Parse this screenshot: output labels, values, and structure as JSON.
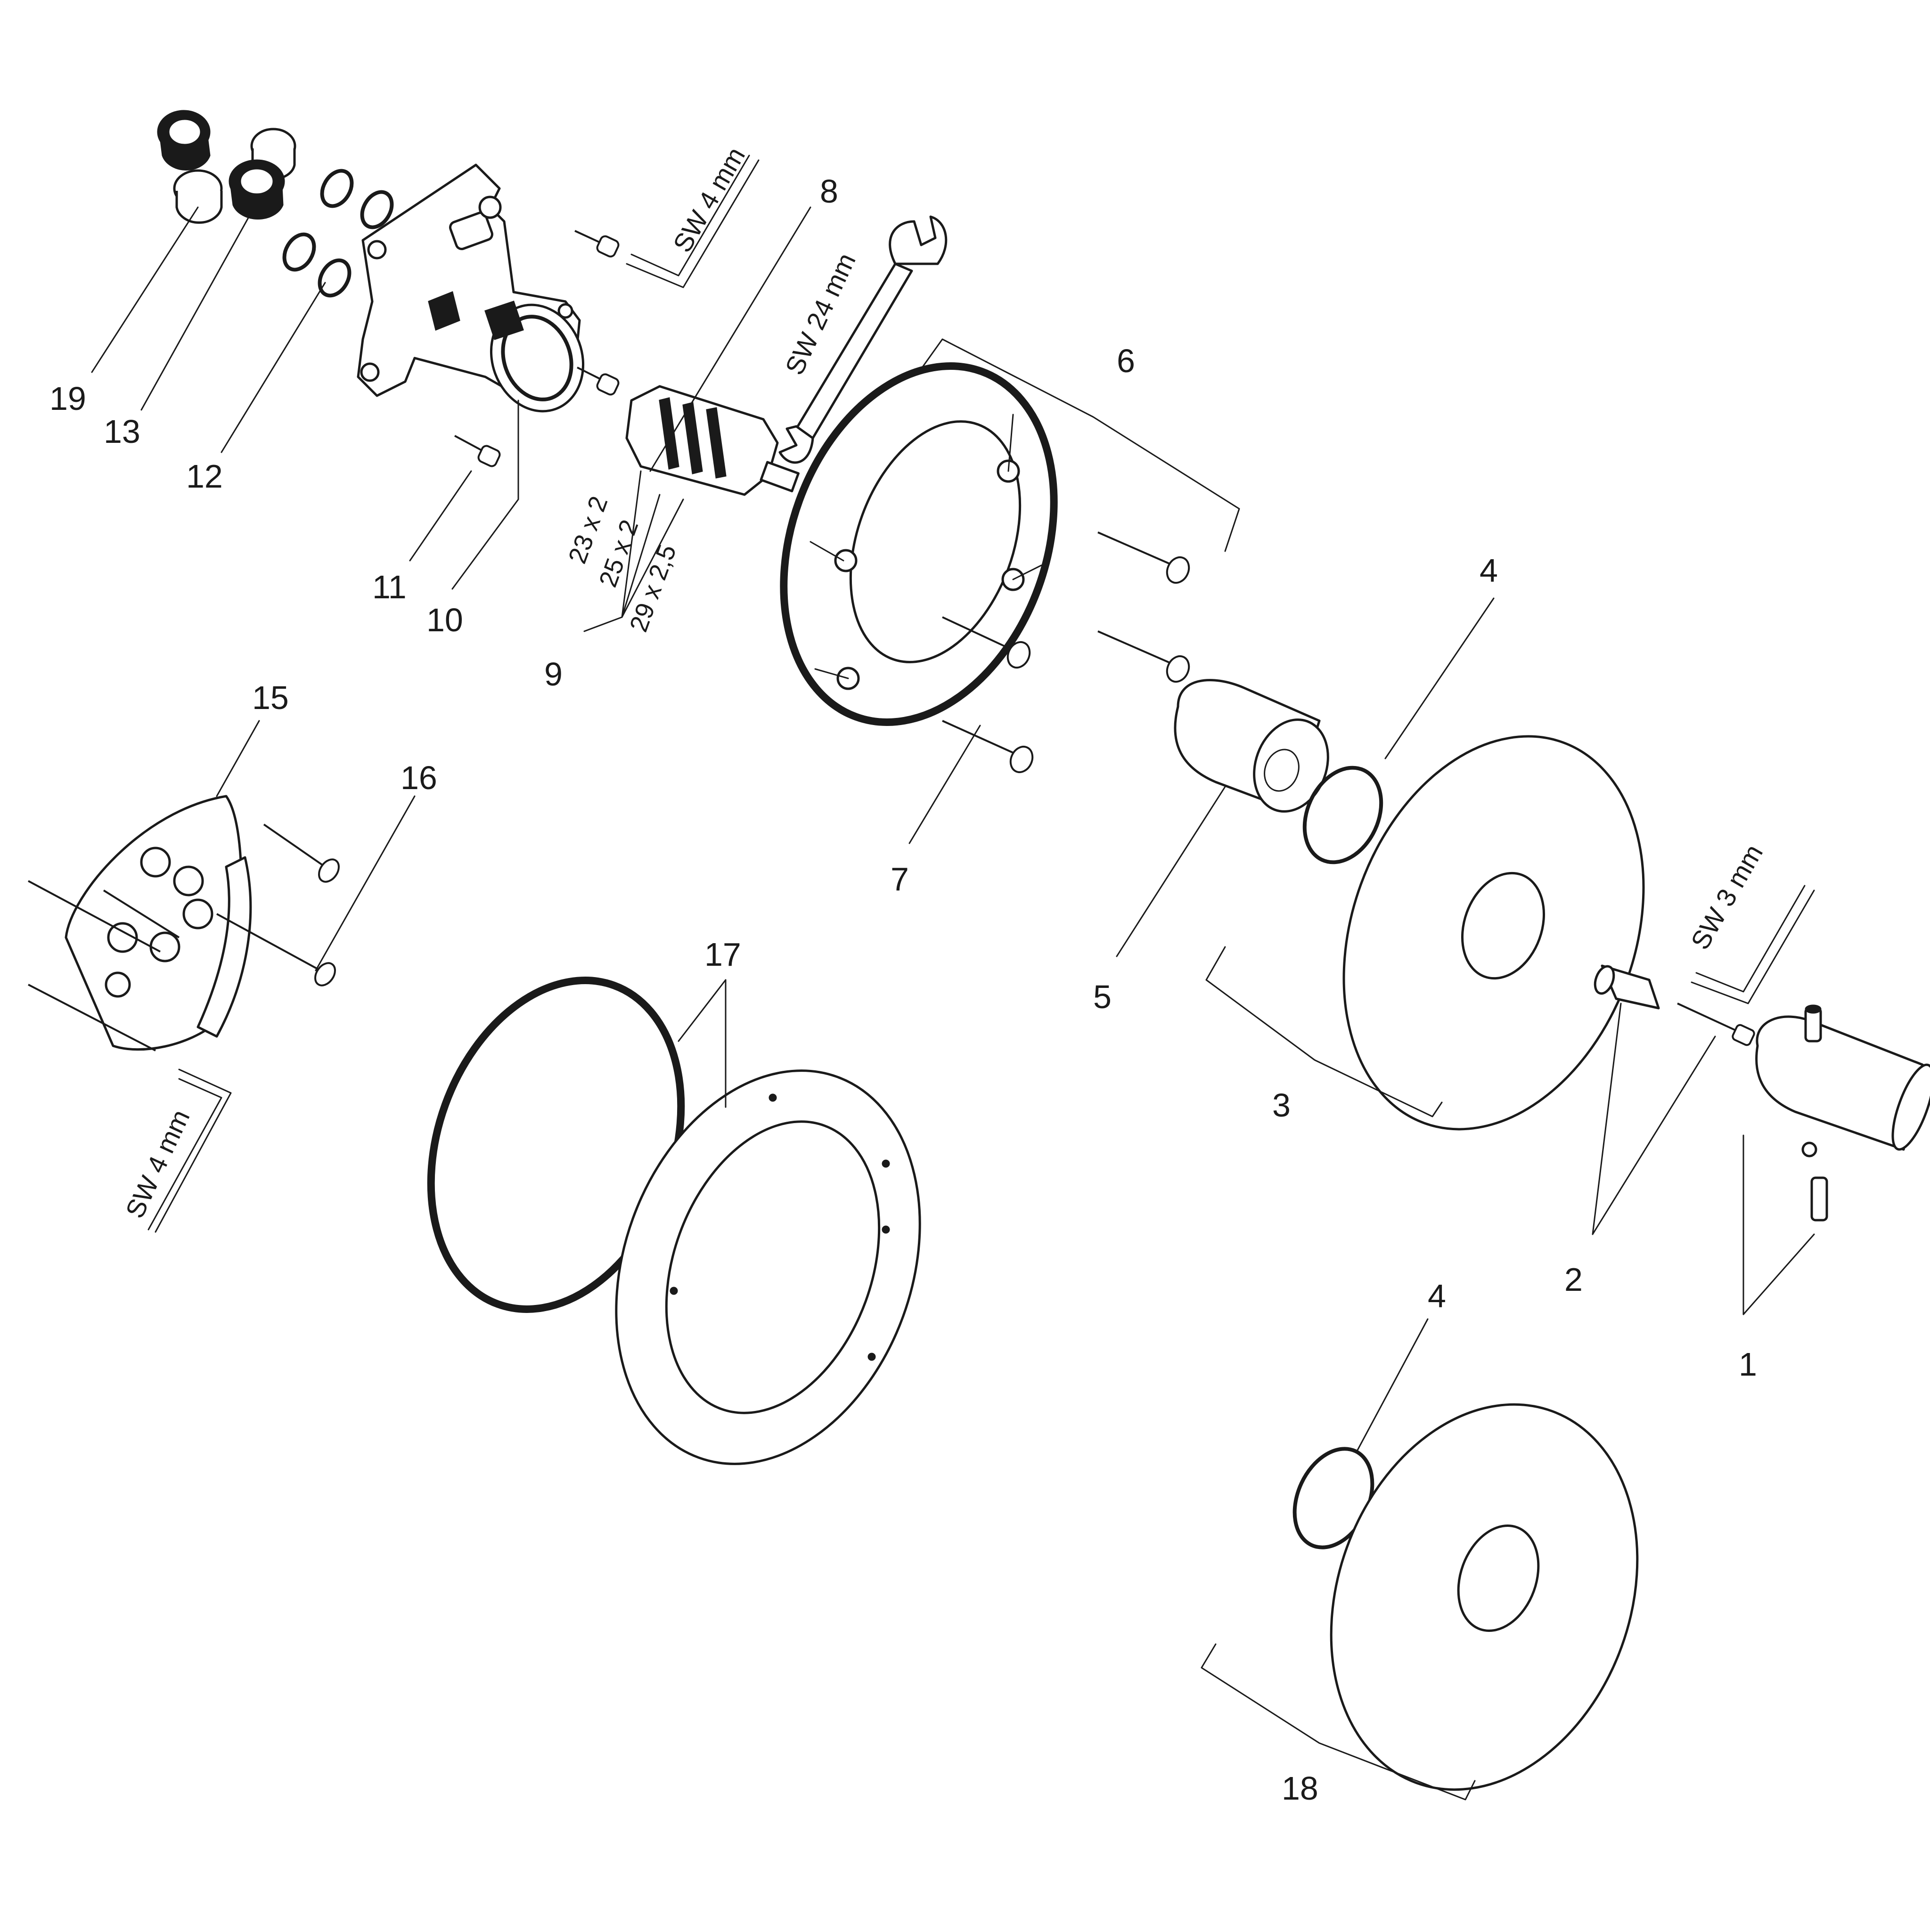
{
  "callouts": [
    {
      "id": "n1",
      "text": "1"
    },
    {
      "id": "n2",
      "text": "2"
    },
    {
      "id": "n3",
      "text": "3"
    },
    {
      "id": "n4a",
      "text": "4"
    },
    {
      "id": "n4b",
      "text": "4"
    },
    {
      "id": "n5",
      "text": "5"
    },
    {
      "id": "n6",
      "text": "6"
    },
    {
      "id": "n7",
      "text": "7"
    },
    {
      "id": "n8",
      "text": "8"
    },
    {
      "id": "n9",
      "text": "9"
    },
    {
      "id": "n10",
      "text": "10"
    },
    {
      "id": "n11",
      "text": "11"
    },
    {
      "id": "n12",
      "text": "12"
    },
    {
      "id": "n13",
      "text": "13"
    },
    {
      "id": "n15",
      "text": "15"
    },
    {
      "id": "n16",
      "text": "16"
    },
    {
      "id": "n17",
      "text": "17"
    },
    {
      "id": "n18",
      "text": "18"
    },
    {
      "id": "n19",
      "text": "19"
    }
  ],
  "tools": {
    "hex_key_4mm_top": "SW 4 mm",
    "wrench_24mm": "SW 24 mm",
    "hex_key_3mm": "SW 3 mm",
    "hex_key_4mm_left": "SW 4 mm"
  },
  "o_ring_sizes": [
    "23 x 2",
    "25 x 2",
    "29 x 2,5"
  ],
  "colors": {
    "line": "#1a1a1a",
    "background": "#ffffff",
    "shading": "#bfbfbf"
  }
}
